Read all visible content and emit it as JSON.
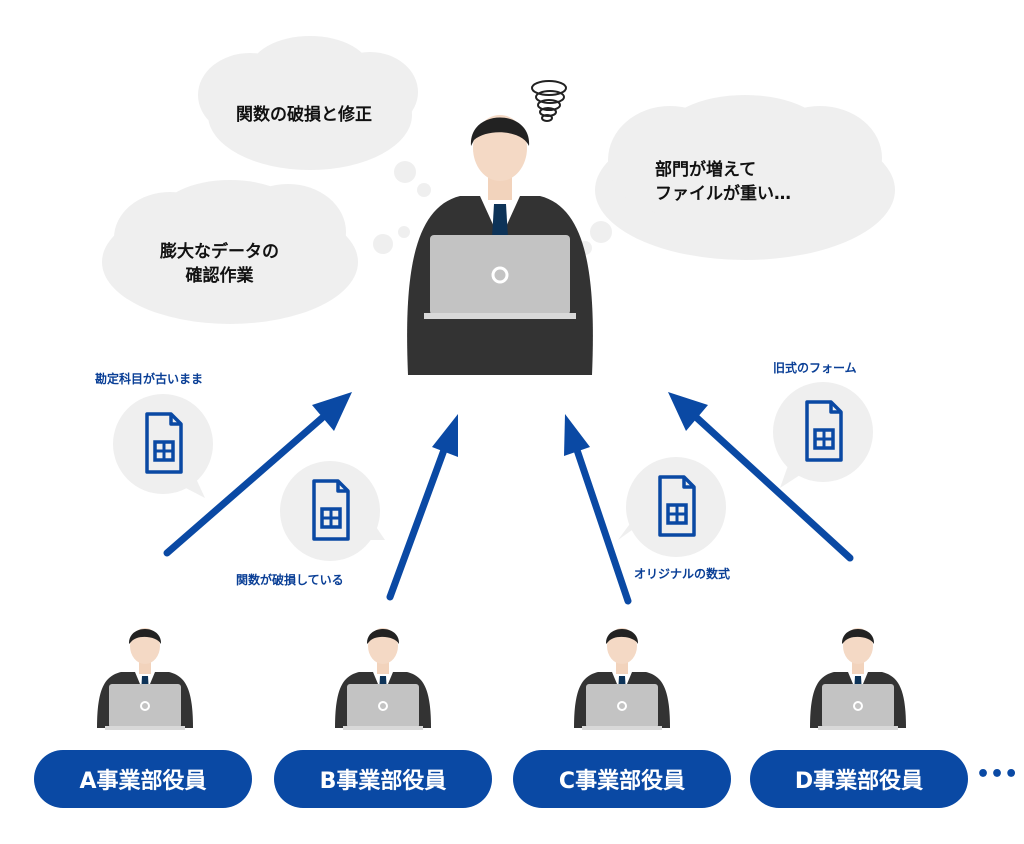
{
  "thoughts": {
    "func_break": "関数の破損と修正",
    "heavy_line1": "部門が増えて",
    "heavy_line2": "ファイルが重い…",
    "data_line1": "膨大なデータの",
    "data_line2": "確認作業"
  },
  "notes": {
    "old_accounts": "勘定科目が古いまま",
    "broken_func": "関数が破損している",
    "old_form": "旧式のフォーム",
    "original_formula": "オリジナルの数式"
  },
  "departments": [
    "A事業部役員",
    "B事業部役員",
    "C事業部役員",
    "D事業部役員"
  ],
  "more": "•••",
  "colors": {
    "accent": "#0a49a4",
    "bubble": "#efefef",
    "suit": "#333333"
  }
}
